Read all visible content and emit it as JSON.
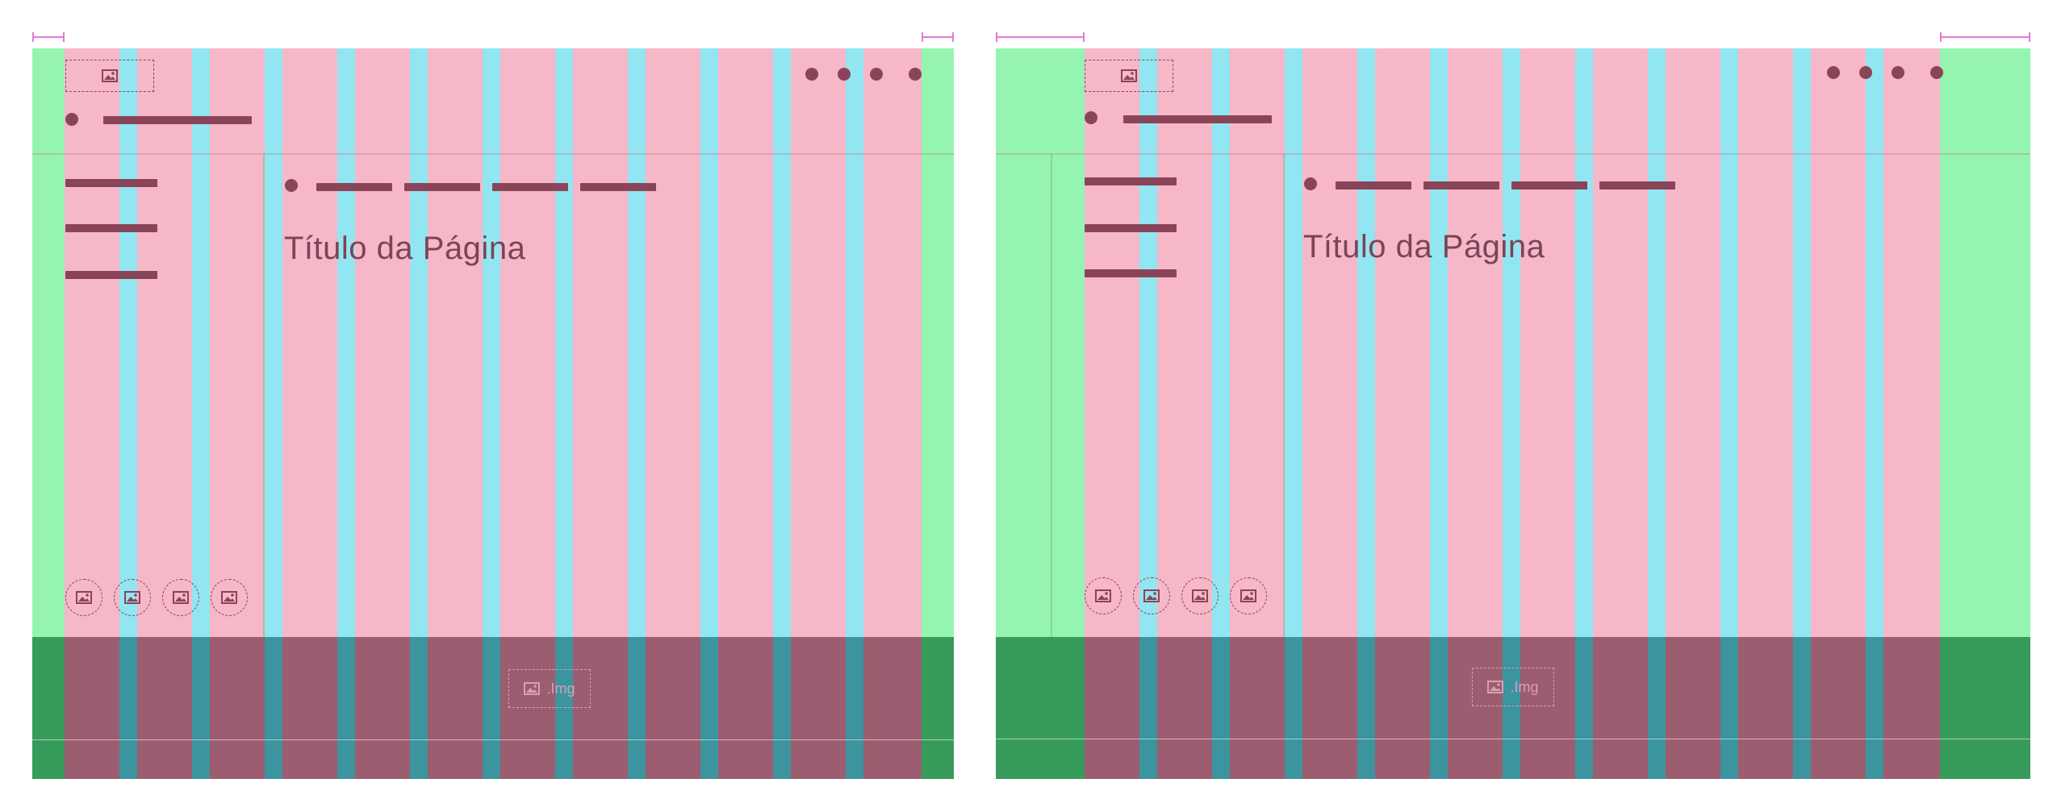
{
  "panels": [
    {
      "page_title": "Título da Página",
      "footer_image_label": ".Img"
    },
    {
      "page_title": "Título da Página",
      "footer_image_label": ".Img"
    }
  ],
  "colors": {
    "margin": "#95f5b0",
    "margin_dark": "#379b5b",
    "content": "#f6b7c9",
    "content_dark": "#9b5d6f",
    "gutter": "#92e6f1",
    "gutter_dark": "#3c949e",
    "element": "#8a4458",
    "measure": "#e27ad6"
  },
  "icons": {
    "image": "image-icon",
    "dot": "dot-icon"
  }
}
